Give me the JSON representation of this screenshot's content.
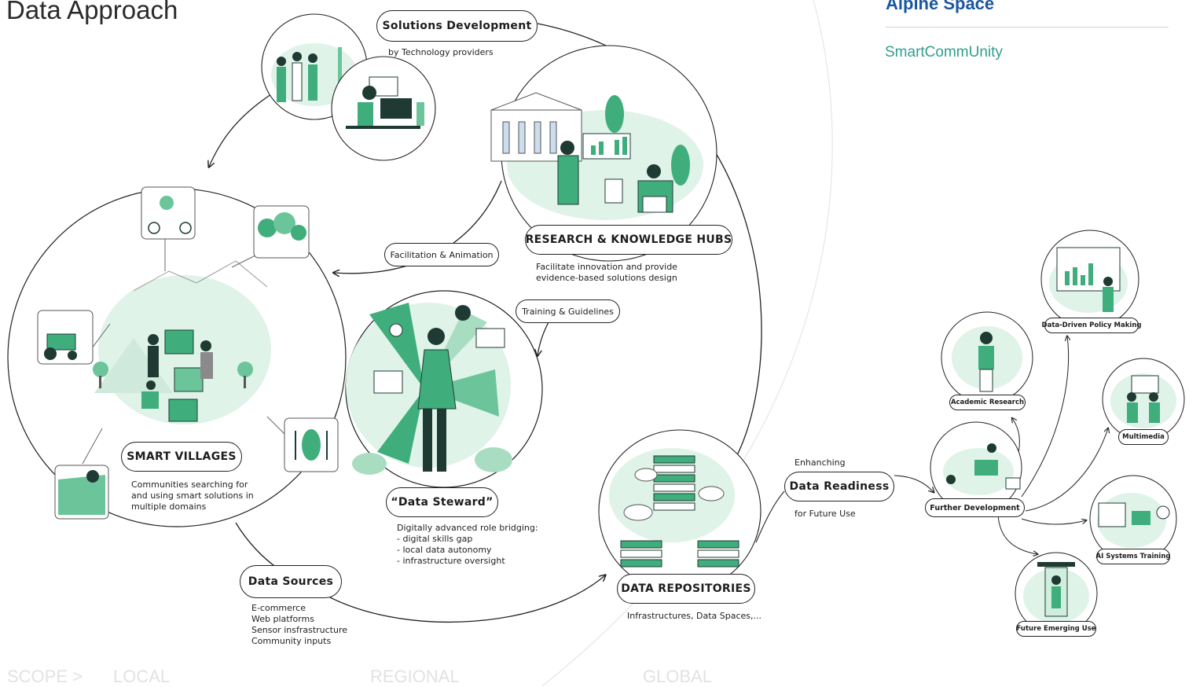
{
  "page_title": "Data Approach",
  "brand": {
    "name": "Alpine Space",
    "program": "SmartCommUnity"
  },
  "nodes": {
    "solutions_development": {
      "title": "Solutions Development",
      "subtitle": "by Technology providers"
    },
    "research_hubs": {
      "title": "RESEARCH & KNOWLEDGE HUBS",
      "description": "Facilitate innovation and provide\nevidence-based solutions design"
    },
    "smart_villages": {
      "title": "SMART VILLAGES",
      "description": "Communities searching for\nand using smart solutions in\nmultiple domains"
    },
    "data_steward": {
      "title": "“Data Steward”",
      "description": "Digitally advanced role bridging:\n- digital skills gap\n- local data autonomy\n- infrastructure oversight"
    },
    "data_sources": {
      "title": "Data Sources",
      "description": "E-commerce\nWeb platforms\nSensor insfrastructure\nCommunity inputs"
    },
    "data_repositories": {
      "title": "DATA REPOSITORIES",
      "description": "Infrastructures, Data Spaces,..."
    },
    "data_readiness": {
      "title": "Data Readiness",
      "above": "Enhanching",
      "below": "for Future Use"
    }
  },
  "links": {
    "facilitation": "Facilitation & Animation",
    "training": "Training & Guidelines"
  },
  "outcomes": {
    "further_development": "Further Development",
    "academic_research": "Academic Research",
    "policy_making": "Data-Driven Policy Making",
    "multimedia": "Multimedia",
    "ai_training": "AI Systems Training",
    "future_use": "Future Emerging Use"
  },
  "scope": {
    "label": "SCOPE >",
    "local": "LOCAL",
    "regional": "REGIONAL",
    "global": "GLOBAL"
  },
  "colors": {
    "accent_green": "#3fae7c",
    "light_green": "#cdeedd",
    "mint": "#e4f6ec",
    "dark": "#1f3a33",
    "brand_blue": "#1a57a0",
    "brand_teal": "#2f9f8e",
    "outline": "#222222"
  }
}
